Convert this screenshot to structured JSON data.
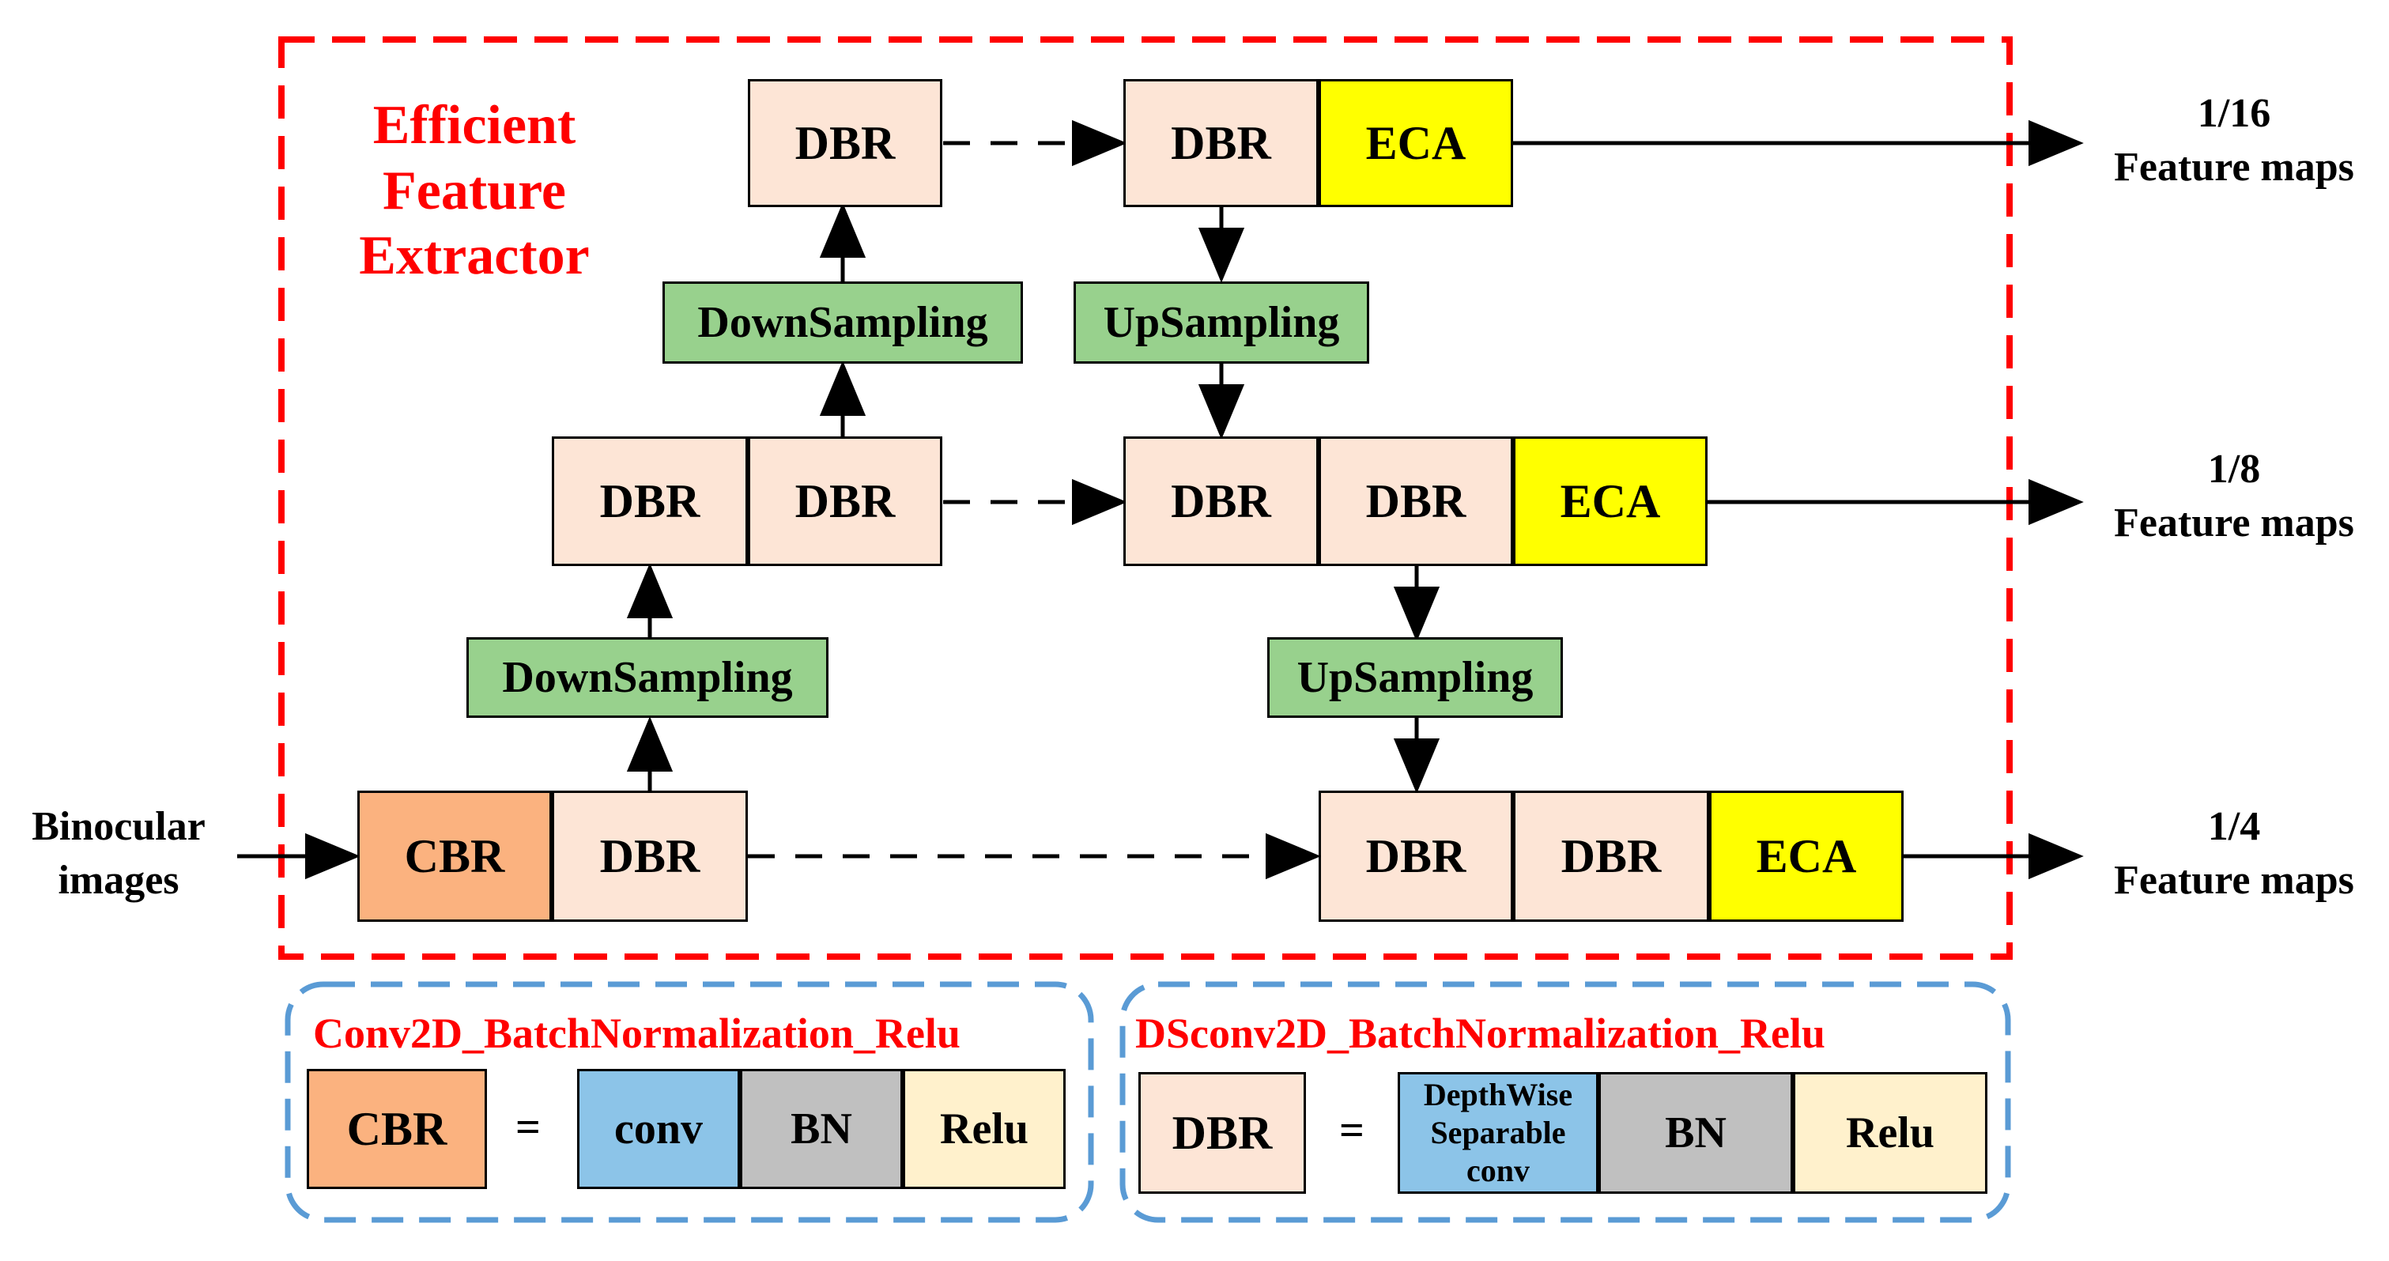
{
  "title": [
    "Efficient",
    "Feature",
    "Extractor"
  ],
  "input_label": [
    "Binocular",
    "images"
  ],
  "outputs": {
    "o16": {
      "scale": "1/16",
      "text": "Feature maps"
    },
    "o8": {
      "scale": "1/8",
      "text": "Feature maps"
    },
    "o4": {
      "scale": "1/4",
      "text": "Feature maps"
    }
  },
  "blocks": {
    "dbr": "DBR",
    "cbr": "CBR",
    "eca": "ECA",
    "down": "DownSampling",
    "up": "UpSampling"
  },
  "legend": {
    "cbr_title": "Conv2D_BatchNormalization_Relu",
    "dbr_title": "DSconv2D_BatchNormalization_Relu",
    "equals": "=",
    "conv": "conv",
    "bn": "BN",
    "relu": "Relu",
    "dwconv": [
      "DepthWise",
      "Separable",
      "conv"
    ]
  },
  "colors": {
    "dbr": "#fde5d6",
    "cbr": "#fbb27f",
    "eca": "#ffff00",
    "sampling": "#98d18d",
    "conv": "#8cc4e8",
    "bn": "#c0c0c0",
    "relu": "#fff1cc",
    "extractor_border": "#ff0000",
    "legend_border": "#5a9bd5"
  }
}
